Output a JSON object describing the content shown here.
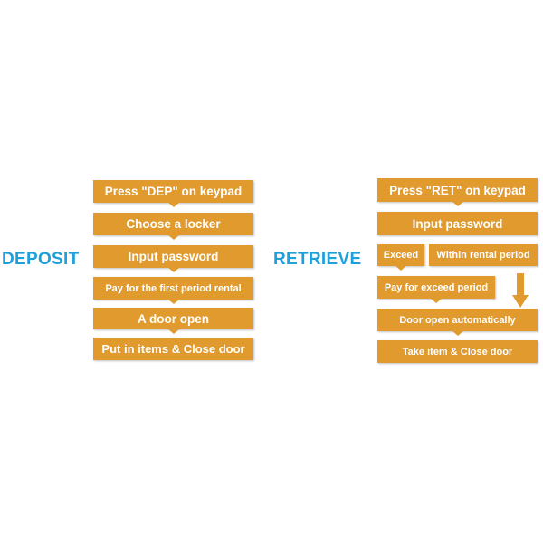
{
  "colors": {
    "box": "#e09a2d",
    "label": "#1ea0dc",
    "text": "#ffffff"
  },
  "deposit": {
    "title": "DEPOSIT",
    "steps": [
      "Press \"DEP\" on keypad",
      "Choose a locker",
      "Input password",
      "Pay for the first period rental",
      "A door open",
      "Put in items & Close door"
    ]
  },
  "retrieve": {
    "title": "RETRIEVE",
    "step_press": "Press \"RET\" on keypad",
    "step_password": "Input password",
    "branch_exceed": "Exceed",
    "branch_within": "Within rental period",
    "step_pay_exceed": "Pay for exceed period",
    "step_door": "Door open automatically",
    "step_take": "Take item & Close door"
  }
}
